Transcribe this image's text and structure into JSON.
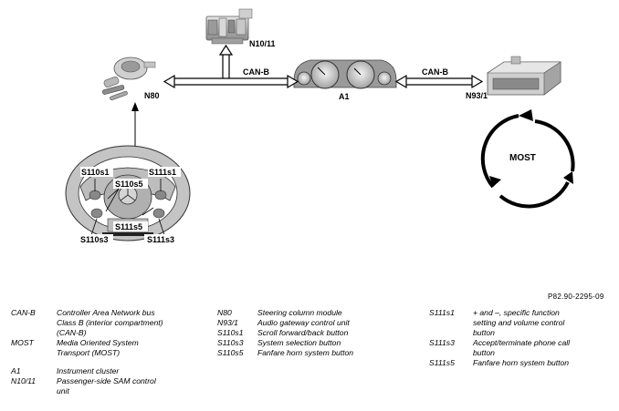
{
  "labels": {
    "n10_11": "N10/11",
    "n80": "N80",
    "a1": "A1",
    "n93_1": "N93/1",
    "can_b_left": "CAN-B",
    "can_b_right": "CAN-B",
    "most": "MOST",
    "s110s1": "S110s1",
    "s110s5": "S110s5",
    "s111s1": "S111s1",
    "s111s5": "S111s5",
    "s110s3": "S110s3",
    "s111s3": "S111s3"
  },
  "reference": "P82.90-2295-09",
  "legend": {
    "col1": [
      {
        "code": "CAN-B",
        "desc": [
          "Controller Area Network bus",
          "Class B (interior compartment)",
          "(CAN-B)"
        ]
      },
      {
        "code": "MOST",
        "desc": [
          "Media Oriented System",
          "Transport (MOST)"
        ]
      },
      {
        "code": "A1",
        "desc": [
          "Instrument cluster"
        ]
      },
      {
        "code": "N10/11",
        "desc": [
          "Passenger-side SAM control",
          "unit"
        ]
      }
    ],
    "col2": [
      {
        "code": "N80",
        "desc": [
          "Steering column module"
        ]
      },
      {
        "code": "N93/1",
        "desc": [
          "Audio gateway control unit"
        ]
      },
      {
        "code": "S110s1",
        "desc": [
          "Scroll forward/back button"
        ]
      },
      {
        "code": "S110s3",
        "desc": [
          "System selection button"
        ]
      },
      {
        "code": "S110s5",
        "desc": [
          "Fanfare horn system button"
        ]
      }
    ],
    "col3": [
      {
        "code": "S111s1",
        "desc": [
          "+ and –, specific function",
          "setting and volume control",
          "button"
        ]
      },
      {
        "code": "S111s3",
        "desc": [
          "Accept/terminate phone call",
          "button"
        ]
      },
      {
        "code": "S111s5",
        "desc": [
          "Fanfare horn system button"
        ]
      }
    ]
  },
  "colors": {
    "line": "#000000",
    "component_gray": "#b8b8b8",
    "component_dark": "#6e6e6e",
    "wheel_gray": "#c4c4c4"
  }
}
